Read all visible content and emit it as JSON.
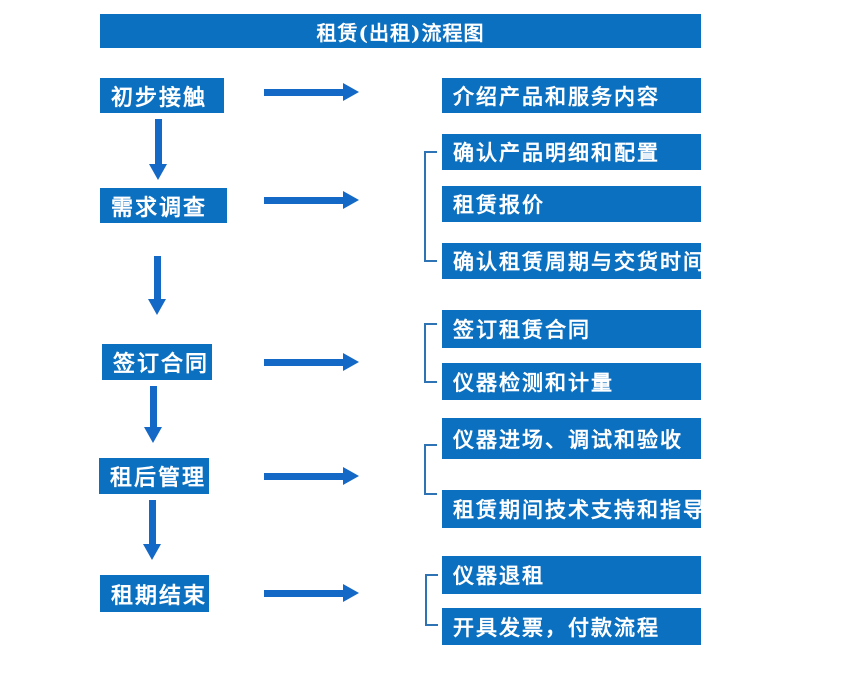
{
  "title": "租赁(出租)流程图",
  "colors": {
    "box_blue": "#0b70c0",
    "arrow_blue": "#1468c6",
    "bracket_blue": "#2e74b5",
    "text": "#ffffff",
    "background": "#ffffff"
  },
  "steps": [
    {
      "label": "初步接触",
      "outputs": [
        "介绍产品和服务内容"
      ]
    },
    {
      "label": "需求调查",
      "outputs": [
        "确认产品明细和配置",
        "租赁报价",
        "确认租赁周期与交货时间"
      ]
    },
    {
      "label": "签订合同",
      "outputs": [
        "签订租赁合同",
        "仪器检测和计量"
      ]
    },
    {
      "label": "租后管理",
      "outputs": [
        "仪器进场、调试和验收",
        "租赁期间技术支持和指导"
      ]
    },
    {
      "label": "租期结束",
      "outputs": [
        "仪器退租",
        "开具发票，付款流程"
      ]
    }
  ]
}
